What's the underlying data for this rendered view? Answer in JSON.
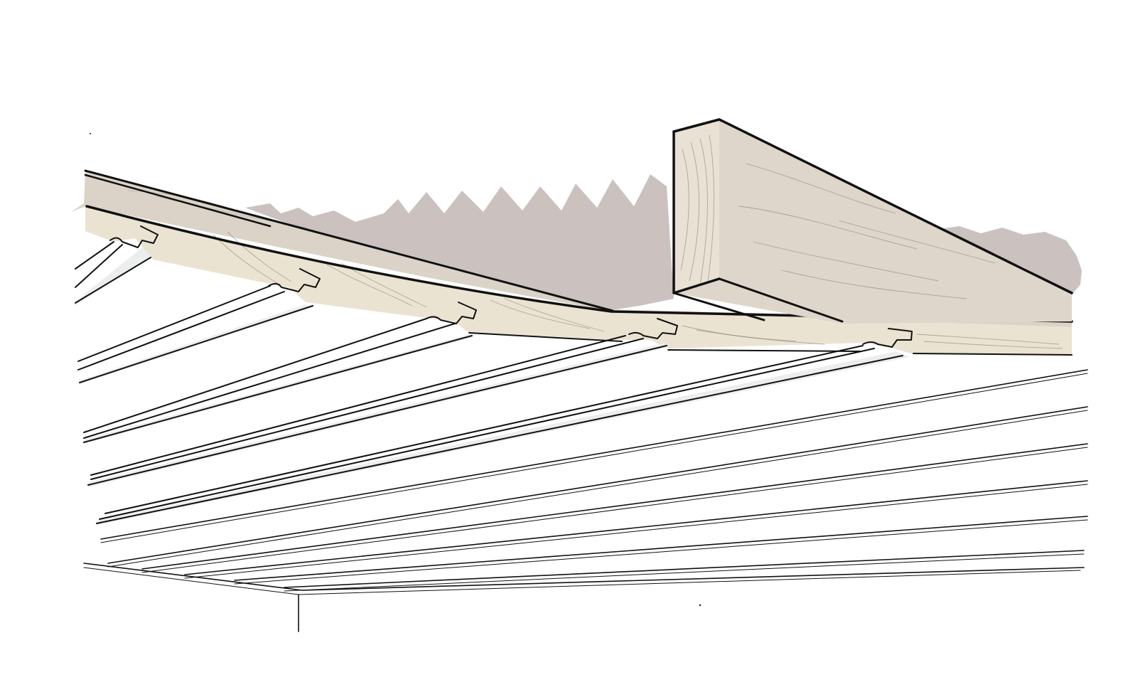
{
  "illustration": {
    "subject": "ceiling-panels-with-wooden-beam",
    "colors": {
      "background": "#ffffff",
      "shadow": "#cbc2bf",
      "board_top": "#dcd3c8",
      "board_core": "#ebe3d2",
      "beam_face": "#dfd6cb",
      "beam_end": "#e9e1d4",
      "strip_fill": "#eceeed",
      "ink": "#111111"
    },
    "board_count": 5,
    "slat_count": 6
  }
}
